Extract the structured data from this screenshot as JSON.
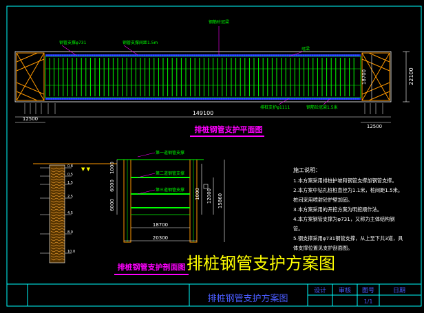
{
  "colors": {
    "background": "#000000",
    "frame": "#00ffff",
    "steel": "#00ff00",
    "dimension": "#ffffff",
    "title": "#ff00ff",
    "overlay_title": "#ffff00",
    "block_text": "#4a5cff"
  },
  "plan": {
    "title": "排桩钢管支护平面图",
    "dimensions": {
      "total_length": "149100",
      "left_end": "12500",
      "right_end": "12500",
      "inner_width": "18700",
      "outer_width": "22100"
    },
    "callouts": {
      "pile_label": "钢管支撑φ731",
      "spacing_label": "钢管支撑间距1.5m",
      "top_label": "钢筋砼冠梁",
      "right_label": "冠梁",
      "bottom_label_1": "排桩支护φ1111",
      "bottom_label_2": "钢筋砼冠梁1.5米"
    }
  },
  "section": {
    "title": "排桩钢管支护剖面图",
    "dimensions": {
      "span_inner": "18700",
      "span_outer": "20300",
      "height_total": "15860",
      "height_inner": "12000",
      "height_small": "1000",
      "level_1": "1000",
      "level_2": "6000",
      "level_3": "6000"
    },
    "strut_labels": [
      "第一道钢管支撑",
      "第二道钢管支撑",
      "第三道钢管支撑"
    ],
    "soil_labels": [
      "0.8",
      "0.5",
      "1.5",
      "2.5",
      "4.5",
      "8.0",
      "10.0"
    ]
  },
  "notes": {
    "heading": "施工说明：",
    "lines": [
      "1.本方案采用排桩护坡和钢管支撑加钢管支撑。",
      "2.本方案中钻孔桩桩直径为1.1米，桩间距1.5米。",
      "桩间采用喷射砼护壁加固。",
      "3.本方案采用的开挖方案为明挖顺作法。",
      "4.本方案钢管支撑为φ731，又称为主体结构钢",
      "管。",
      "5.钢支撑采用φ731钢管支撑，从上至下共3道，具",
      "体支撑位置见支护剖面图。"
    ]
  },
  "overlay_title": "排桩钢管支护方案图",
  "title_block": {
    "drawing_name": "排桩钢管支护方案图",
    "col1": "设计",
    "col2": "审核",
    "col3": "图号",
    "col4": "日期",
    "value3": "1/1"
  }
}
